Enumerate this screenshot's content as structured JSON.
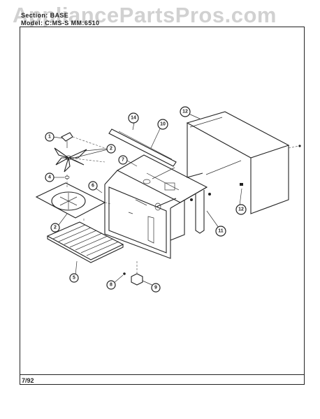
{
  "watermark": "AppliancePartsPros.com",
  "header": {
    "section": "Section: BASE",
    "model": "Model: C:MS-S  MM:6510"
  },
  "footer": {
    "date": "7/92"
  },
  "callouts": {
    "c1": "1",
    "c2a": "2",
    "c2b": "2",
    "c4": "4",
    "c5": "5",
    "c6": "6",
    "c7": "7",
    "c8": "8",
    "c9": "9",
    "c10": "10",
    "c11": "11",
    "c12a": "12",
    "c12b": "12",
    "c14": "14"
  }
}
